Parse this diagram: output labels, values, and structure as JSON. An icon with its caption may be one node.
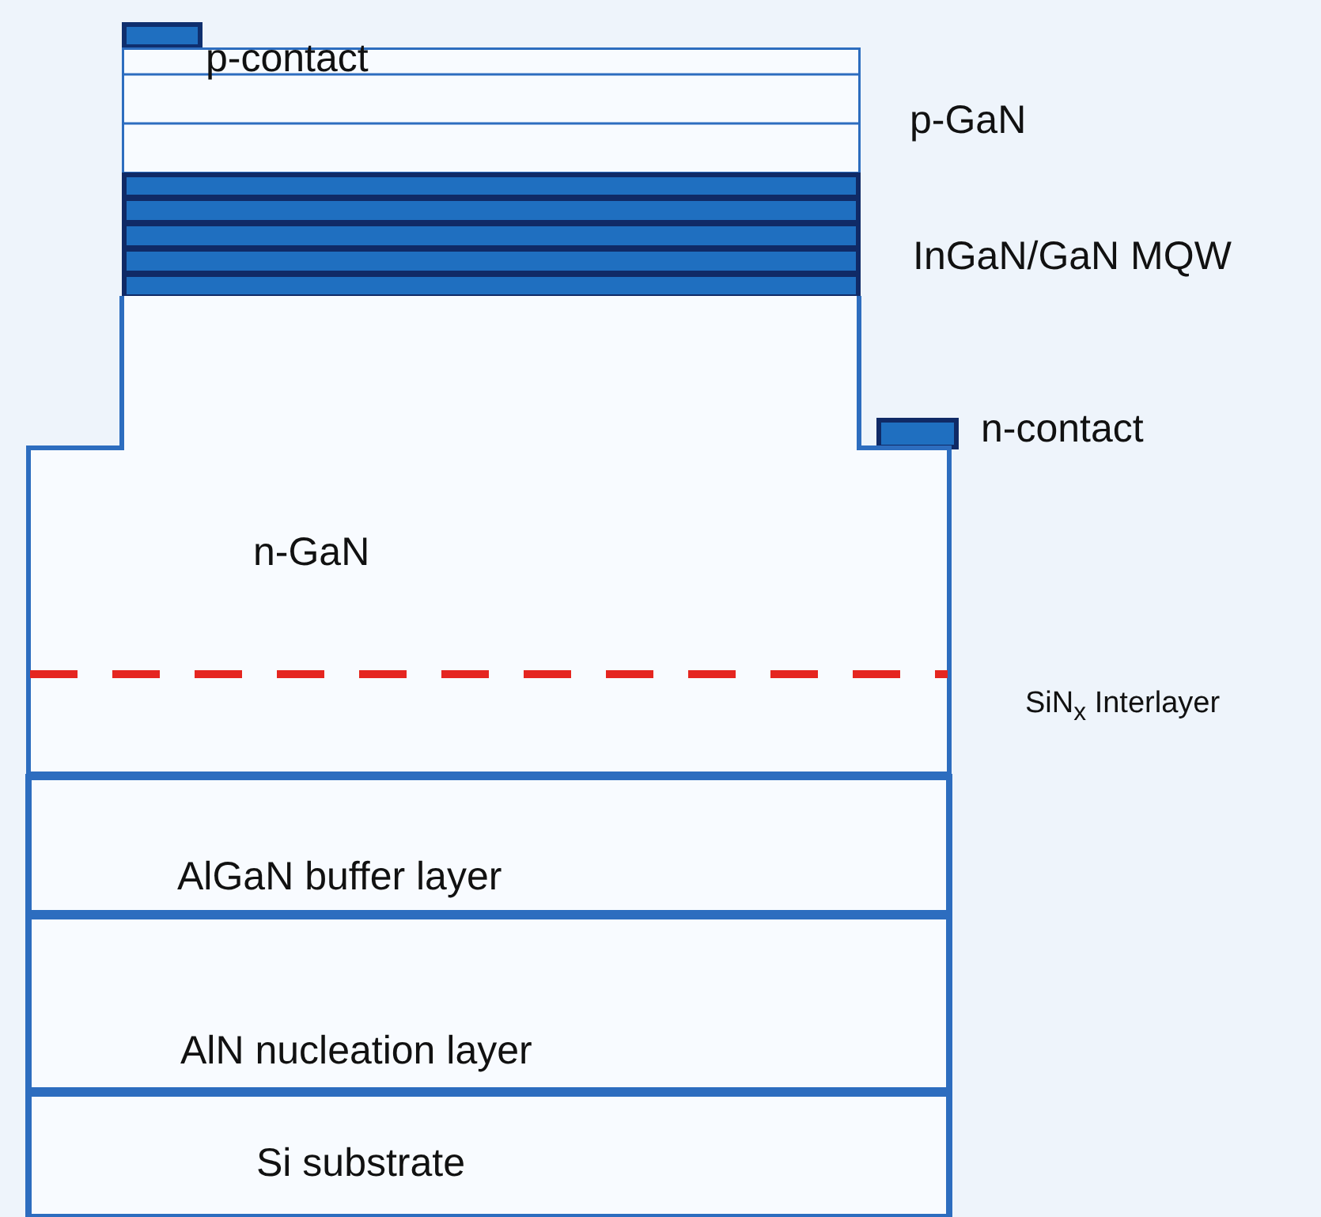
{
  "diagram": {
    "nodes": [
      {
        "text": [],
        "shape": "box"
      },
      {
        "text": [],
        "shape": "box"
      },
      {
        "text": [],
        "shape": "box"
      },
      {
        "text": [],
        "shape": "box"
      },
      {
        "text": [
          "n-GaN"
        ]
      },
      {
        "text": [
          "AlGaN buffer layer"
        ]
      },
      {
        "text": [
          "AlN nucleation layer"
        ]
      },
      {
        "text": [
          "Si substrate"
        ]
      }
    ],
    "edges": [],
    "labels": [
      "p-contact",
      "p-GaN",
      "InGaN/GaN MQW",
      "n-contact",
      "SiN$_{x}$ Interlayer"
    ]
  }
}
